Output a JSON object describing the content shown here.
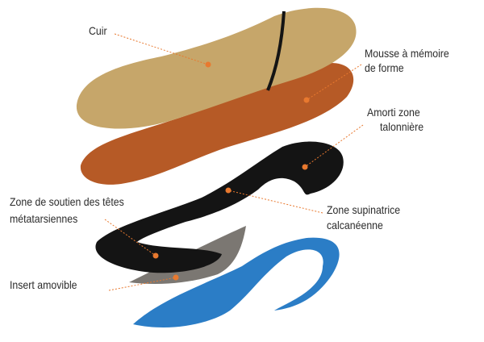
{
  "colors": {
    "leather": "#c6a66a",
    "foam": "#b65a26",
    "black": "#141414",
    "gray": "#7b7772",
    "blue": "#2b7dc6",
    "marker": "#e8792f"
  },
  "labels": {
    "cuir": "Cuir",
    "mousse": [
      "Mousse à mémoire",
      "de forme"
    ],
    "amorti": [
      "Amorti zone",
      "talonnière"
    ],
    "soutien": [
      "Zone de soutien des têtes",
      "métatarsiennes"
    ],
    "supinatrice": [
      "Zone supinatrice",
      "calcanéenne"
    ],
    "insert": "Insert amovible"
  }
}
